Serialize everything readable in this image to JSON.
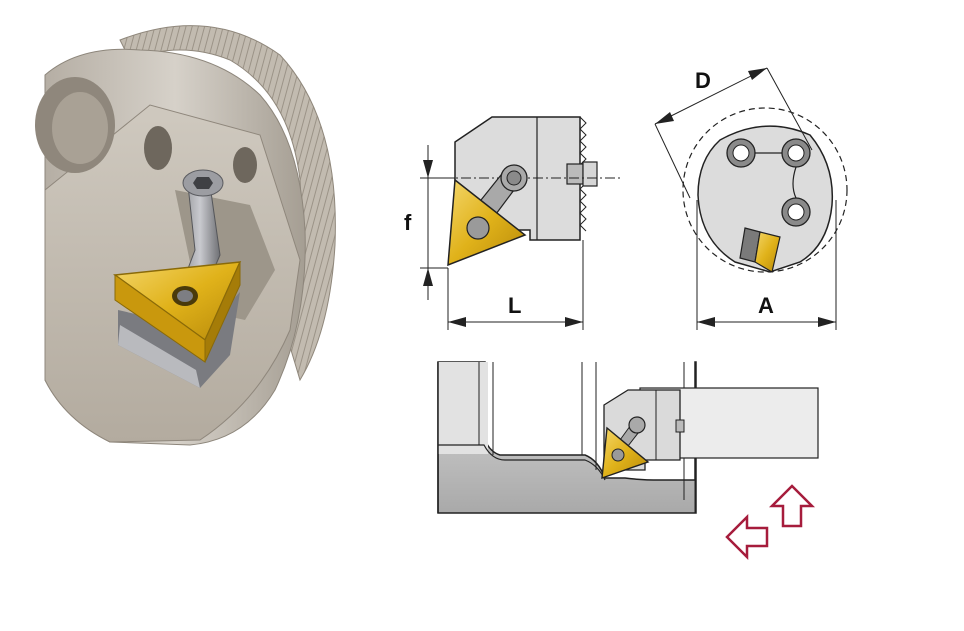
{
  "dimensions": {
    "f": "f",
    "L": "L",
    "D": "D",
    "A": "A"
  },
  "colors": {
    "insert_gold": "#e2b214",
    "insert_gold_dark": "#b58a0c",
    "body_gray": "#d8d6d2",
    "head_beige": "#bdb7ad",
    "line": "#222222",
    "arrow_red": "#a61c3c"
  },
  "icons": {
    "feed_arrows": [
      "arrow-left-outline-icon",
      "arrow-up-outline-icon"
    ]
  }
}
